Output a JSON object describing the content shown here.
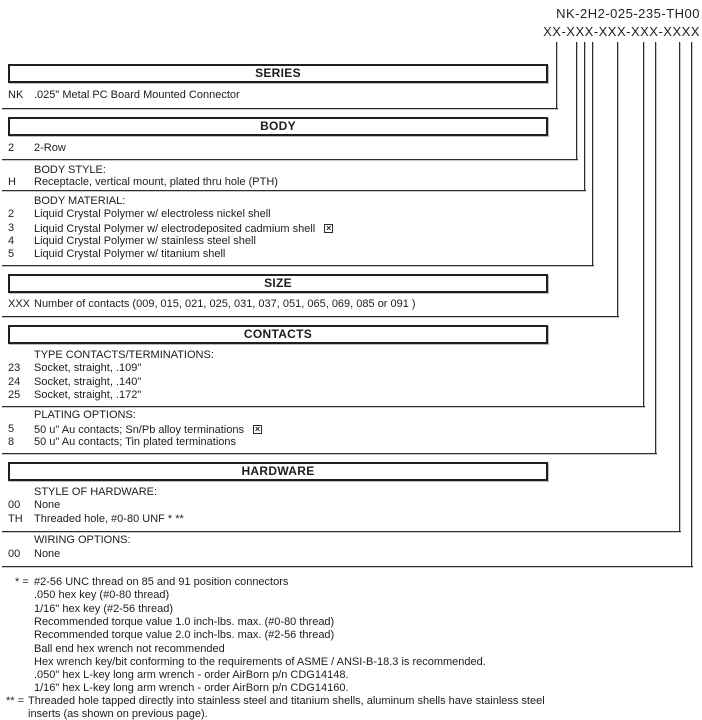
{
  "part_number": {
    "example": "NK-2H2-025-235-TH00",
    "template": "XX-XXX-XXX-XXX-XXXX"
  },
  "colors": {
    "ink": "#1d1d1d",
    "line": "#2d2d2d",
    "background": "#ffffff"
  },
  "icons": {
    "option_flag": "x-box-icon"
  },
  "sections": [
    {
      "title": "SERIES",
      "groups": [
        {
          "label": "",
          "rows": [
            {
              "code": "NK",
              "desc": ".025\" Metal PC Board Mounted Connector",
              "flag": false
            }
          ]
        }
      ]
    },
    {
      "title": "BODY",
      "groups": [
        {
          "label": "",
          "rows": [
            {
              "code": "2",
              "desc": "2-Row",
              "flag": false
            }
          ]
        },
        {
          "label": "BODY STYLE:",
          "rows": [
            {
              "code": "H",
              "desc": "Receptacle, vertical mount, plated thru hole (PTH)",
              "flag": false
            }
          ]
        },
        {
          "label": "BODY MATERIAL:",
          "rows": [
            {
              "code": "2",
              "desc": "Liquid Crystal Polymer w/ electroless nickel shell",
              "flag": false
            },
            {
              "code": "3",
              "desc": "Liquid Crystal Polymer w/ electrodeposited cadmium shell",
              "flag": true
            },
            {
              "code": "4",
              "desc": "Liquid Crystal Polymer w/ stainless steel shell",
              "flag": false
            },
            {
              "code": "5",
              "desc": "Liquid Crystal Polymer w/ titanium shell",
              "flag": false
            }
          ]
        }
      ]
    },
    {
      "title": "SIZE",
      "groups": [
        {
          "label": "",
          "rows": [
            {
              "code": "XXX",
              "desc": "Number of contacts (009, 015, 021, 025, 031, 037, 051, 065, 069, 085 or 091 )",
              "flag": false
            }
          ]
        }
      ]
    },
    {
      "title": "CONTACTS",
      "groups": [
        {
          "label": "TYPE CONTACTS/TERMINATIONS:",
          "rows": [
            {
              "code": "23",
              "desc": "Socket, straight, .109\"",
              "flag": false
            },
            {
              "code": "24",
              "desc": "Socket, straight, .140\"",
              "flag": false
            },
            {
              "code": "25",
              "desc": "Socket, straight, .172\"",
              "flag": false
            }
          ]
        },
        {
          "label": "PLATING OPTIONS:",
          "rows": [
            {
              "code": "5",
              "desc": "50 u\" Au contacts; Sn/Pb alloy terminations",
              "flag": true
            },
            {
              "code": "8",
              "desc": "50 u\" Au contacts; Tin plated terminations",
              "flag": false
            }
          ]
        }
      ]
    },
    {
      "title": "HARDWARE",
      "groups": [
        {
          "label": "STYLE OF HARDWARE:",
          "rows": [
            {
              "code": "00",
              "desc": "None",
              "flag": false
            },
            {
              "code": "TH",
              "desc": "Threaded hole, #0-80 UNF * **",
              "flag": false
            }
          ]
        },
        {
          "label": "WIRING OPTIONS:",
          "rows": [
            {
              "code": "00",
              "desc": "None",
              "flag": false
            }
          ]
        }
      ]
    }
  ],
  "footnotes": [
    {
      "marker": "* =",
      "text": "#2-56 UNC thread on 85 and 91 position connectors"
    },
    {
      "marker": "",
      "text": ".050 hex key (#0-80 thread)"
    },
    {
      "marker": "",
      "text": "1/16\" hex key (#2-56 thread)"
    },
    {
      "marker": "",
      "text": "Recommended torque value 1.0 inch-lbs. max. (#0-80 thread)"
    },
    {
      "marker": "",
      "text": "Recommended torque value 2.0 inch-lbs. max. (#2-56 thread)"
    },
    {
      "marker": "",
      "text": "Ball end hex wrench not recommended"
    },
    {
      "marker": "",
      "text": "Hex wrench key/bit conforming to the requirements of ASME / ANSI-B-18.3 is recommended."
    },
    {
      "marker": "",
      "text": ".050\" hex L-key long arm wrench - order AirBorn p/n CDG14148."
    },
    {
      "marker": "",
      "text": "1/16\" hex L-key long arm wrench - order AirBorn p/n CDG14160."
    },
    {
      "marker": "** =",
      "text": "Threaded hole tapped directly into stainless steel and titanium shells, aluminum shells have stainless steel"
    },
    {
      "marker": "",
      "text": "inserts (as shown on previous page)."
    }
  ]
}
